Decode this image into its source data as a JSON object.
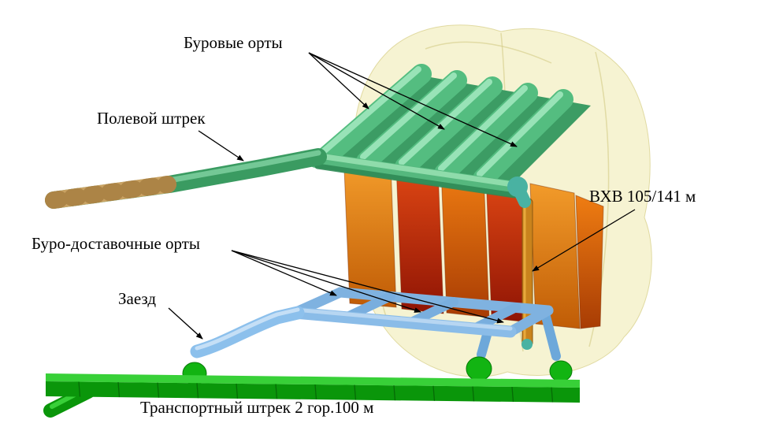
{
  "labels": {
    "drilling_orts": "Буровые орты",
    "field_drift": "Полевой штрек",
    "raise_vhv": "ВХВ 105/141 м",
    "drill_delivery_orts": "Буро-доставочные орты",
    "entry_ramp": "Заезд",
    "transport_drift": "Транспортный штрек 2 гор.100 м"
  },
  "scene": {
    "type": "3d-mining-development-scheme",
    "parts": [
      {
        "id": "drilling-orts",
        "label_key": "drilling_orts",
        "color": "#54bd80"
      },
      {
        "id": "field-drift",
        "label_key": "field_drift",
        "color": "#3a9b61"
      },
      {
        "id": "stope-panels",
        "label_key": null,
        "color": "#e8740f",
        "color_secondary": "#c02008"
      },
      {
        "id": "raise-column",
        "label_key": "raise_vhv",
        "color": "#c9831d"
      },
      {
        "id": "drill-delivery-orts",
        "label_key": "drill_delivery_orts",
        "color": "#7fb2e0"
      },
      {
        "id": "entry-ramp",
        "label_key": "entry_ramp",
        "color": "#8cc0ec"
      },
      {
        "id": "transport-drift",
        "label_key": "transport_drift",
        "color": "#0a960a"
      },
      {
        "id": "ore-envelope",
        "label_key": null,
        "color": "#efe9ad"
      }
    ],
    "annotation_color": "#000000",
    "background": "#ffffff"
  }
}
